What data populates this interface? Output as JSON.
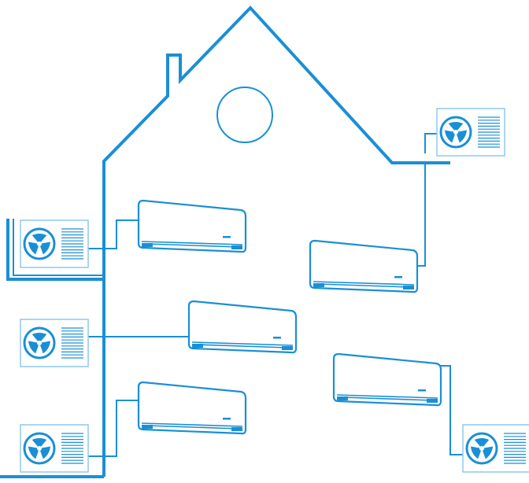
{
  "diagram": {
    "type": "multi-split-air-conditioning-illustration",
    "colors": {
      "primary": "#1a8fd6",
      "fill": "#ffffff",
      "grille": "#8ec9ee"
    },
    "house": {
      "elements": [
        "roof",
        "chimney",
        "round-attic-window",
        "walls"
      ]
    },
    "indoor_units": [
      {
        "id": "indoor-unit-1",
        "icon": "wall-mounted-ac-icon"
      },
      {
        "id": "indoor-unit-2",
        "icon": "wall-mounted-ac-icon"
      },
      {
        "id": "indoor-unit-3",
        "icon": "wall-mounted-ac-icon"
      },
      {
        "id": "indoor-unit-4",
        "icon": "wall-mounted-ac-icon"
      },
      {
        "id": "indoor-unit-5",
        "icon": "wall-mounted-ac-icon"
      }
    ],
    "outdoor_units": [
      {
        "id": "outdoor-unit-1",
        "icon": "fan-icon"
      },
      {
        "id": "outdoor-unit-2",
        "icon": "fan-icon"
      },
      {
        "id": "outdoor-unit-3",
        "icon": "fan-icon"
      },
      {
        "id": "outdoor-unit-4",
        "icon": "fan-icon"
      },
      {
        "id": "outdoor-unit-5",
        "icon": "fan-icon"
      }
    ]
  }
}
